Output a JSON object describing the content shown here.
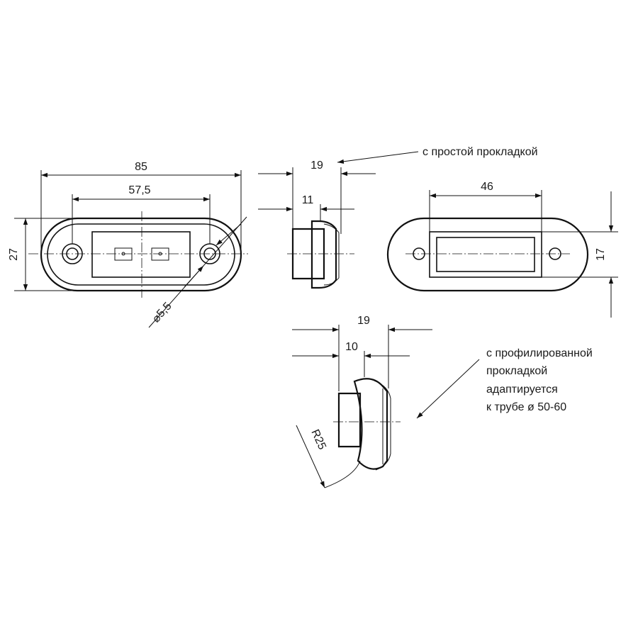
{
  "dimensions": {
    "overall_length": "85",
    "hole_spacing": "57,5",
    "height": "27",
    "hole_diameter": "⌀5,5",
    "side_depth": "19",
    "side_base": "11",
    "lens_width": "46",
    "lens_height": "17",
    "profile_depth": "19",
    "profile_base": "10",
    "radius": "R25"
  },
  "notes": {
    "simple_gasket": "с простой прокладкой",
    "profiled_gasket_lines": [
      "с профилированной",
      "прокладкой",
      "адаптируется",
      "к трубе ø 50-60"
    ]
  }
}
